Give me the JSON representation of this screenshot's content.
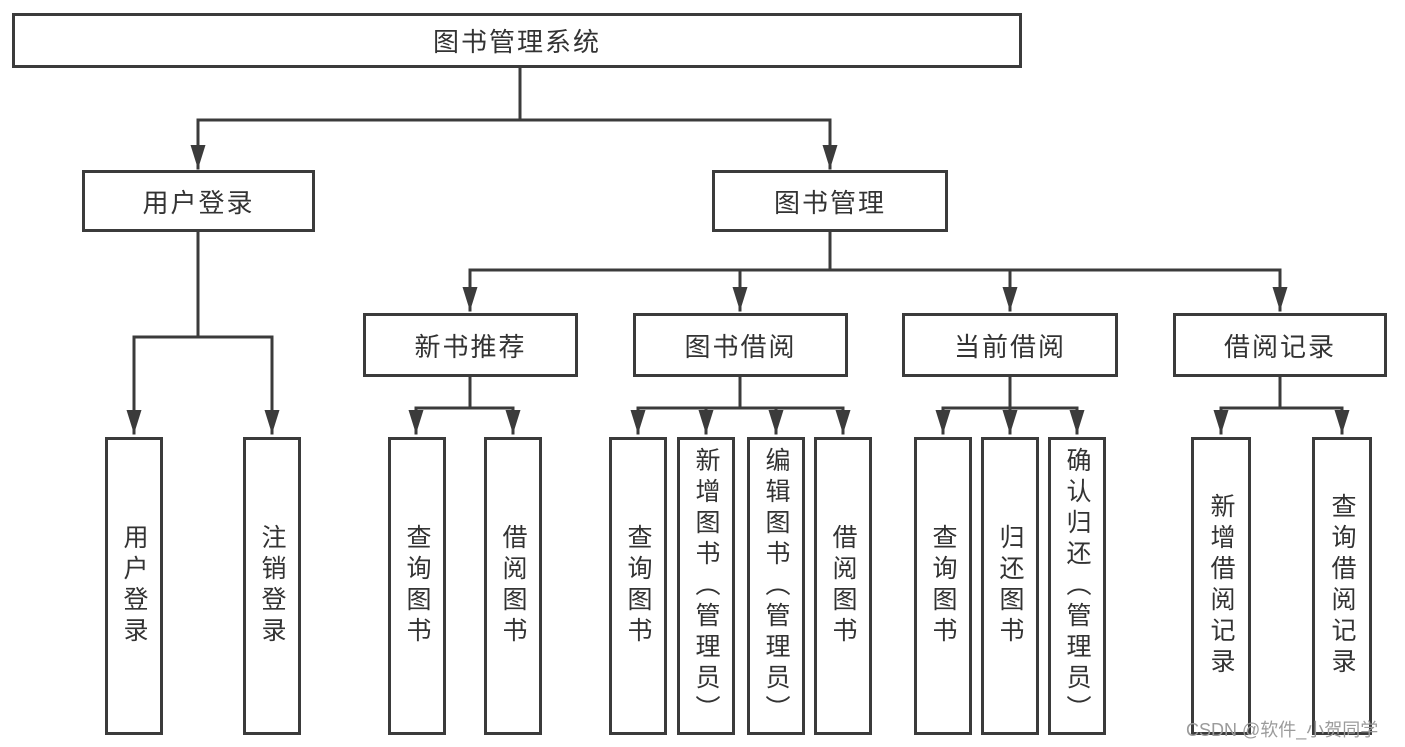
{
  "diagram": {
    "root": {
      "label": "图书管理系统"
    },
    "user_login": {
      "label": "用户登录",
      "children": [
        {
          "label": "用户登录"
        },
        {
          "label": "注销登录"
        }
      ]
    },
    "book_management": {
      "label": "图书管理",
      "sections": [
        {
          "label": "新书推荐",
          "children": [
            {
              "label": "查询图书"
            },
            {
              "label": "借阅图书"
            }
          ]
        },
        {
          "label": "图书借阅",
          "children": [
            {
              "label": "查询图书"
            },
            {
              "label": "新增图书（管理员）"
            },
            {
              "label": "编辑图书（管理员）"
            },
            {
              "label": "借阅图书"
            }
          ]
        },
        {
          "label": "当前借阅",
          "children": [
            {
              "label": "查询图书"
            },
            {
              "label": "归还图书"
            },
            {
              "label": "确认归还（管理员）"
            }
          ]
        },
        {
          "label": "借阅记录",
          "children": [
            {
              "label": "新增借阅记录"
            },
            {
              "label": "查询借阅记录"
            }
          ]
        }
      ]
    }
  },
  "watermark": {
    "text": "CSDN @软件_小贺同学"
  },
  "colors": {
    "line": "#3b3b3b",
    "text": "#333333",
    "background": "#ffffff",
    "watermark": "#9b9b9b"
  }
}
